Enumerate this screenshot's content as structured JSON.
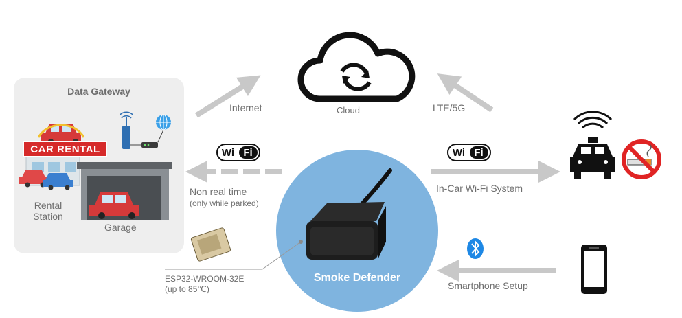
{
  "gateway": {
    "title": "Data Gateway",
    "sign": "CAR RENTAL",
    "rental_station": "Rental\nStation",
    "garage": "Garage"
  },
  "cloud": {
    "label": "Cloud"
  },
  "links": {
    "internet": "Internet",
    "lte": "LTE/5G",
    "non_real_time": "Non real time",
    "only_parked": "(only while parked)",
    "in_car_wifi": "In-Car Wi-Fi System",
    "smartphone_setup": "Smartphone Setup"
  },
  "wifi_badge": "WiFi",
  "module": {
    "name": "ESP32-WROOM-32E",
    "temp": "(up to 85℃)"
  },
  "device": {
    "name": "Smoke Defender"
  },
  "colors": {
    "arrow": "#c8c8c8",
    "circle": "#7fb4df",
    "panel": "#eeeeee",
    "no_smoking": "#e02424",
    "bluetooth": "#1e88e5"
  },
  "icons": [
    "cloud-sync-icon",
    "wifi-badge-icon",
    "taxi-icon",
    "no-smoking-icon",
    "smartphone-icon",
    "bluetooth-icon",
    "router-icon",
    "globe-icon"
  ]
}
